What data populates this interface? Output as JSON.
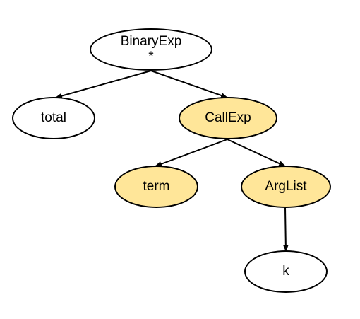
{
  "tree": {
    "highlight_color": "#ffe699",
    "node_fill": "#ffffff",
    "stroke_color": "#000000",
    "nodes": [
      {
        "label": "BinaryExp",
        "sublabel": "*",
        "highlighted": false
      },
      {
        "label": "total",
        "highlighted": false
      },
      {
        "label": "CallExp",
        "highlighted": true
      },
      {
        "label": "term",
        "highlighted": true
      },
      {
        "label": "ArgList",
        "highlighted": true
      },
      {
        "label": "k",
        "highlighted": false
      }
    ],
    "edges": [
      {
        "from": "BinaryExp",
        "to": "total"
      },
      {
        "from": "BinaryExp",
        "to": "CallExp"
      },
      {
        "from": "CallExp",
        "to": "term"
      },
      {
        "from": "CallExp",
        "to": "ArgList"
      },
      {
        "from": "ArgList",
        "to": "k"
      }
    ]
  }
}
